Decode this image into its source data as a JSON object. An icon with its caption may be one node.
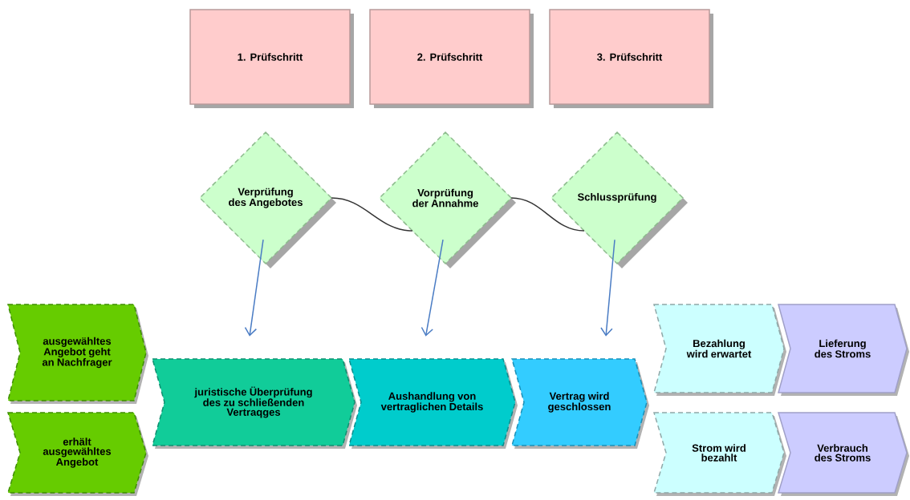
{
  "diagram": {
    "nodes": [
      {
        "text": [
          "1. Prüfschritt"
        ]
      },
      {
        "text": [
          "2. Prüfschritt"
        ]
      },
      {
        "text": [
          "3. Prüfschritt"
        ]
      },
      {
        "text": [
          "Verprüfung des Angebotes"
        ]
      },
      {
        "text": [
          "Vorprüfung der Annahme"
        ]
      },
      {
        "text": [
          "Schlussprüfung"
        ]
      },
      {
        "text": [
          "ausgewähltes Angebot geht an Nachfrager"
        ]
      },
      {
        "text": [
          "erhält ausgewähltes Angebot"
        ]
      },
      {
        "text": [
          "juristische Überprüfung des zu schließenden Vertraqges"
        ]
      },
      {
        "text": [
          "Aushandlung von vertraglichen Details"
        ]
      },
      {
        "text": [
          "Vertrag wird geschlossen"
        ]
      },
      {
        "text": [
          "Bezahlung wird erwartet"
        ]
      },
      {
        "text": [
          "Lieferung des Stroms"
        ]
      },
      {
        "text": [
          "Strom wird bezahlt"
        ]
      },
      {
        "text": [
          "Verbrauch des Stroms"
        ]
      }
    ],
    "edges": [
      {
        "from": 3,
        "to": 4,
        "arrow": "none",
        "color": "#333333"
      },
      {
        "from": 4,
        "to": 5,
        "arrow": "none",
        "color": "#333333"
      },
      {
        "from": 3,
        "to": 8,
        "arrow": "to",
        "color": "#4a7cc4"
      },
      {
        "from": 4,
        "to": 9,
        "arrow": "to",
        "color": "#4a7cc4"
      },
      {
        "from": 5,
        "to": 10,
        "arrow": "to",
        "color": "#4a7cc4"
      }
    ]
  }
}
